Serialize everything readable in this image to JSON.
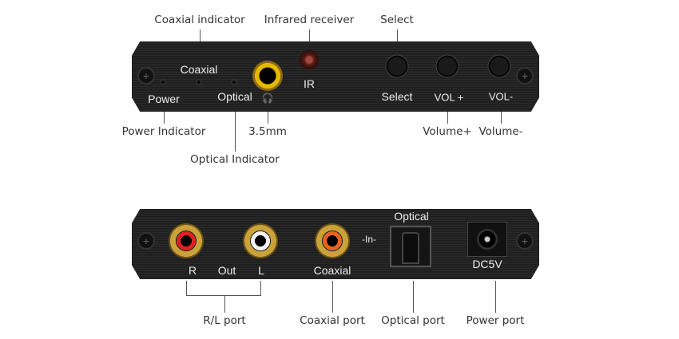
{
  "front_callouts": {
    "coaxial_indicator": "Coaxial indicator",
    "infrared_receiver": "Infrared receiver",
    "select": "Select",
    "power_indicator": "Power Indicator",
    "optical_indicator": "Optical Indicator",
    "jack": "3.5mm",
    "volume_up": "Volume+",
    "volume_down": "Volume-"
  },
  "front_panel": {
    "coaxial": "Coaxial",
    "power": "Power",
    "optical": "Optical",
    "ir": "IR",
    "select": "Select",
    "vol_up": "VOL +",
    "vol_down": "VOL-"
  },
  "rear_callouts": {
    "rl_port": "R/L port",
    "coaxial_port": "Coaxial port",
    "optical_port": "Optical port",
    "power_port": "Power port"
  },
  "rear_panel": {
    "r": "R",
    "out": "Out",
    "l": "L",
    "coaxial": "Coaxial",
    "in": "-In-",
    "optical": "Optical",
    "dc": "DC5V"
  }
}
